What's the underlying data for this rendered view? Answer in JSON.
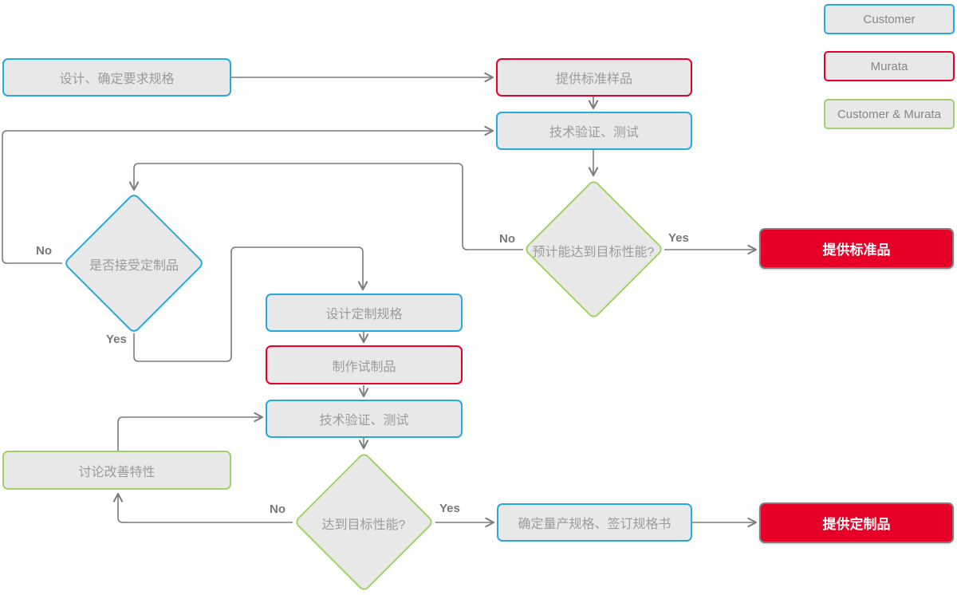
{
  "legend": {
    "items": [
      {
        "id": "customer",
        "label": "Customer"
      },
      {
        "id": "murata",
        "label": "Murata"
      },
      {
        "id": "both",
        "label": "Customer & Murata"
      }
    ]
  },
  "nodes": {
    "design_req": {
      "label": "设计、确定要求规格",
      "owner": "customer"
    },
    "provide_std_sample": {
      "label": "提供标准样品",
      "owner": "murata"
    },
    "tech_verify_top": {
      "label": "技术验证、测试",
      "owner": "customer"
    },
    "pred_target": {
      "label": "预计能达到目标性能?",
      "owner": "both"
    },
    "provide_std": {
      "label": "提供标准品",
      "owner": "murata"
    },
    "accept_custom": {
      "label": "是否接受定制品",
      "owner": "customer"
    },
    "design_custom": {
      "label": "设计定制规格",
      "owner": "customer"
    },
    "make_trial": {
      "label": "制作试制品",
      "owner": "murata"
    },
    "tech_verify_bottom": {
      "label": "技术验证、测试",
      "owner": "customer"
    },
    "reach_target": {
      "label": "达到目标性能?",
      "owner": "both"
    },
    "discuss_improve": {
      "label": "讨论改善特性",
      "owner": "both"
    },
    "confirm_spec": {
      "label": "确定量产规格、签订规格书",
      "owner": "customer"
    },
    "provide_custom": {
      "label": "提供定制品",
      "owner": "murata"
    }
  },
  "branch_labels": {
    "pred_no": "No",
    "pred_yes": "Yes",
    "accept_no": "No",
    "accept_yes": "Yes",
    "reach_no": "No",
    "reach_yes": "Yes"
  },
  "colors": {
    "customer_border": "#29a8e0",
    "murata_border": "#e4002b",
    "both_border": "#a3cf6e",
    "node_fill": "#e8e8e9",
    "node_text": "#9b9b9b",
    "connector": "#7a7c7e",
    "result_fill": "#e60027",
    "result_border": "#7b7d80",
    "result_text": "#ffffff"
  }
}
